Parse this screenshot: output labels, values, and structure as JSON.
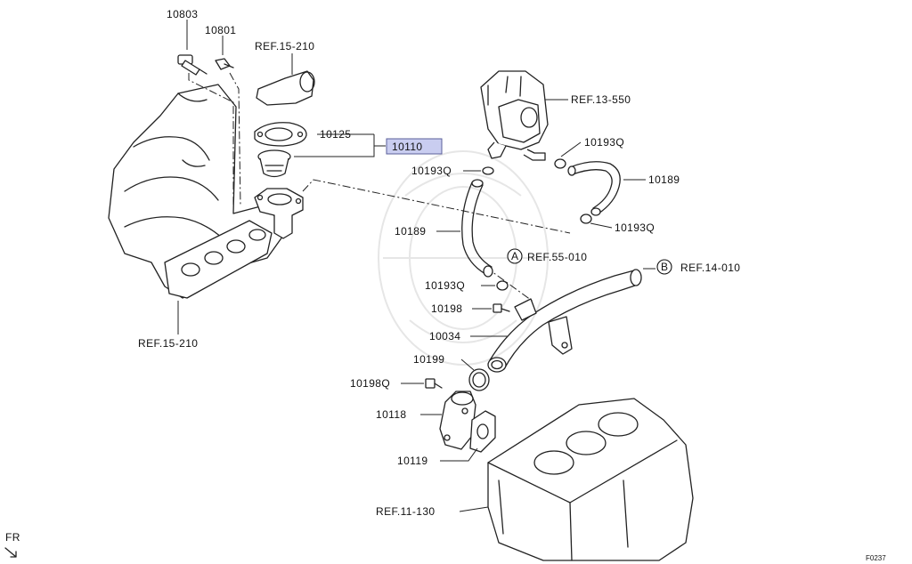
{
  "labels": {
    "p10803": "10803",
    "p10801": "10801",
    "ref_15_210_top": "REF.15-210",
    "p10125": "10125",
    "p10110": "10110",
    "ref_13_550": "REF.13-550",
    "p10193q_a": "10193Q",
    "p10193q_b": "10193Q",
    "p10189_right": "10189",
    "p10193q_c": "10193Q",
    "p10189_left": "10189",
    "ref_55_010": "REF.55-010",
    "marker_a": "A",
    "ref_14_010": "REF.14-010",
    "marker_b": "B",
    "p10193q_d": "10193Q",
    "p10198": "10198",
    "p10034": "10034",
    "ref_15_210_bottom": "REF.15-210",
    "p10199": "10199",
    "p10198q": "10198Q",
    "p10118": "10118",
    "p10119": "10119",
    "ref_11_130": "REF.11-130",
    "fr": "FR",
    "figure_code": "F0237"
  },
  "highlight_color": "#c9cdf0"
}
